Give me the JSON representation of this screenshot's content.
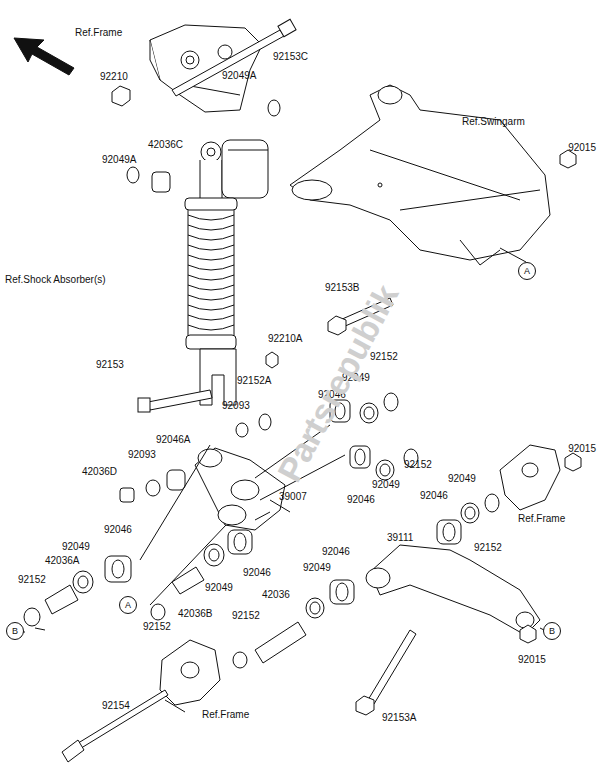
{
  "diagram": {
    "nodes": [
      {
        "text": [
          "A"
        ]
      },
      {
        "text": [
          "A"
        ]
      },
      {
        "text": [
          "B"
        ]
      },
      {
        "text": [
          "B"
        ]
      }
    ],
    "labels": [
      "Ref.Frame",
      "92153C",
      "92210",
      "92049A",
      "Ref.Swingarm",
      "42036C",
      "92015",
      "92049A",
      "Ref.Shock Absorber(s)",
      "92153B",
      "92210A",
      "92152",
      "92153",
      "92049",
      "92152A",
      "92046",
      "92093",
      "92046A",
      "92093",
      "92152",
      "92015",
      "42036D",
      "92049",
      "92049",
      "39007",
      "92046",
      "92046",
      "Ref.Frame",
      "92152",
      "92046",
      "39111",
      "92049",
      "92046",
      "42036A",
      "92046",
      "92049",
      "92152",
      "92049",
      "42036",
      "42036B",
      "92152",
      "92152",
      "92015",
      "92154",
      "Ref.Frame",
      "92153A",
      "Partsrepublik"
    ]
  }
}
